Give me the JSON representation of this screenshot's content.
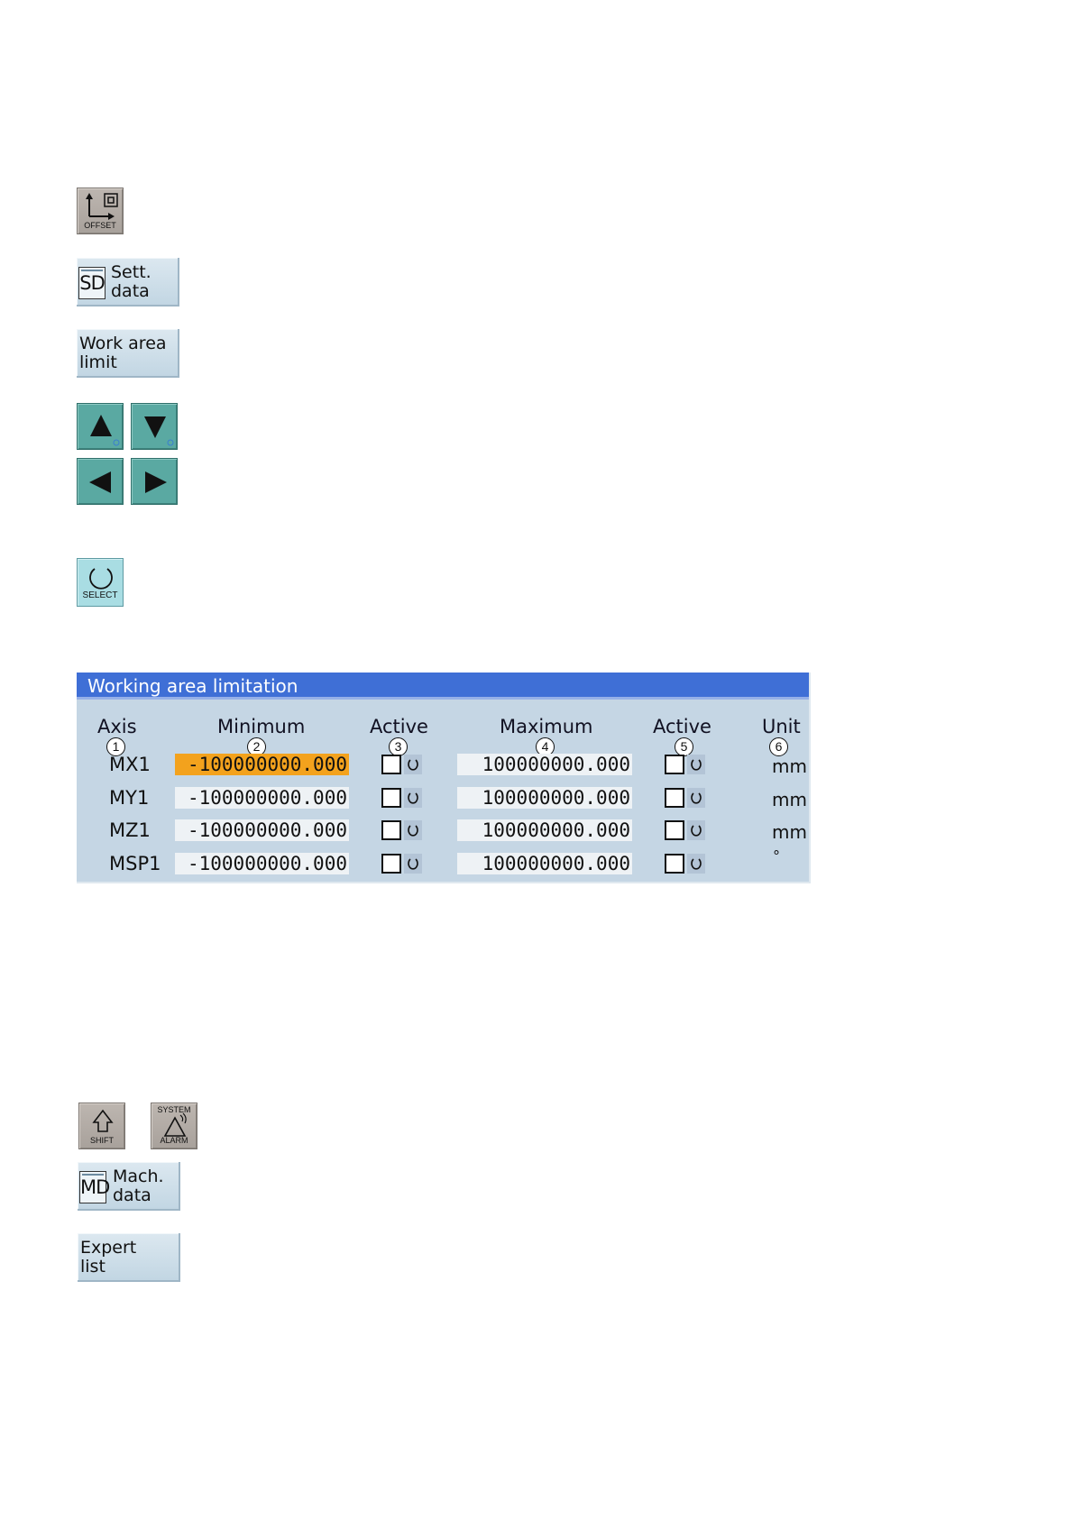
{
  "offset_key": {
    "label": "OFFSET"
  },
  "softkeys": {
    "sett_data": {
      "badge": "SD",
      "label": "Sett.\ndata"
    },
    "work_area_limit": {
      "label": "Work area\nlimit"
    },
    "mach_data": {
      "badge": "MD",
      "label": "Mach.\ndata"
    },
    "expert_list": {
      "label": "Expert\nlist"
    }
  },
  "select_key": {
    "label": "SELECT"
  },
  "shift_key": {
    "label": "SHIFT"
  },
  "system_alarm_key": {
    "top_label": "SYSTEM",
    "bottom_label": "ALARM"
  },
  "dialog": {
    "title": "Working area limitation",
    "columns": {
      "axis": "Axis",
      "minimum": "Minimum",
      "active_min": "Active",
      "maximum": "Maximum",
      "active_max": "Active",
      "unit": "Unit"
    },
    "callouts": [
      "1",
      "2",
      "3",
      "4",
      "5",
      "6"
    ],
    "rows": [
      {
        "axis": "MX1",
        "minimum": "-100000000.000",
        "min_active": false,
        "maximum": "100000000.000",
        "max_active": false,
        "unit": "mm",
        "selected": true
      },
      {
        "axis": "MY1",
        "minimum": "-100000000.000",
        "min_active": false,
        "maximum": "100000000.000",
        "max_active": false,
        "unit": "mm",
        "selected": false
      },
      {
        "axis": "MZ1",
        "minimum": "-100000000.000",
        "min_active": false,
        "maximum": "100000000.000",
        "max_active": false,
        "unit": "mm",
        "selected": false
      },
      {
        "axis": "MSP1",
        "minimum": "-100000000.000",
        "min_active": false,
        "maximum": "100000000.000",
        "max_active": false,
        "unit": "°",
        "selected": false
      }
    ]
  }
}
